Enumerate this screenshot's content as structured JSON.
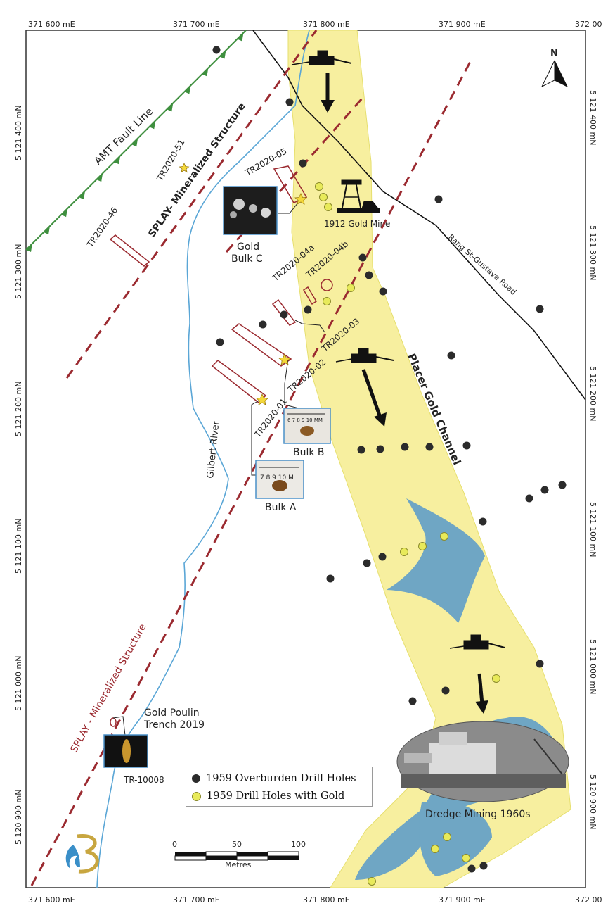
{
  "axes": {
    "x_labels": [
      "371 600 mE",
      "371 700 mE",
      "371 800 mE",
      "371 900 mE",
      "372 00"
    ],
    "y_labels": [
      "5 121 400 mN",
      "5 121 300 mN",
      "5 121 200 mN",
      "5 121 100 mN",
      "5 121 000 mN",
      "5 120 900 mN"
    ]
  },
  "north_label": "N",
  "features": {
    "amt_fault": "AMT Fault Line",
    "splay_upper": "SPLAY- Mineralized Structure",
    "splay_lower": "SPLAY - Mineralized Structure",
    "river": "Gilbert River",
    "road": "Rang St-Gustave Road",
    "channel": "Placer Gold Channel",
    "mine": "1912 Gold Mine",
    "dredge": "Dredge Mining 1960s"
  },
  "trenches": {
    "t51": "TR2020-51",
    "t05": "TR2020-05",
    "t46": "TR2020-46",
    "t04a": "TR2020-04a",
    "t04b": "TR2020-04b",
    "t03": "TR2020-03",
    "t02": "TR2020-02",
    "t01": "TR2020-01",
    "tr10008": "TR-10008"
  },
  "samples": {
    "bulk_c_1": "Gold",
    "bulk_c_2": "Bulk C",
    "bulk_b": "Bulk B",
    "bulk_a": "Bulk A",
    "poulin_1": "Gold Poulin",
    "poulin_2": "Trench 2019",
    "scale_b": "6 7 8 9 10 MM",
    "scale_a": "7 8 9 10 M"
  },
  "legend": {
    "overburden": "1959 Overburden Drill Holes",
    "with_gold": "1959 Drill Holes with Gold"
  },
  "scale_bar": {
    "ticks": [
      "0",
      "50",
      "100"
    ],
    "unit": "Metres"
  },
  "colors": {
    "channel": "#f7ef9f",
    "water": "#6fa6c4",
    "fault": "#3e8f3e",
    "splay": "#9b2a30",
    "river": "#5aa6d6",
    "drill_overburden": "#2b2b2b",
    "drill_gold": "#e8ea5a"
  }
}
